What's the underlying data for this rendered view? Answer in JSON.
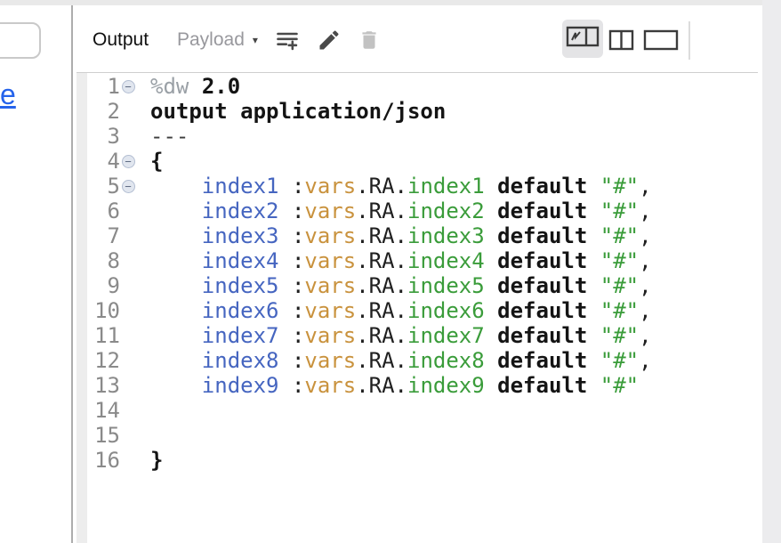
{
  "left_panel": {
    "link_text": "e"
  },
  "header": {
    "title": "Output",
    "source_selector": {
      "label": "Payload",
      "caret": "▾"
    },
    "toolbar": {
      "add_icon": "add-scenario-icon",
      "edit_icon": "edit-pencil-icon",
      "delete_icon": "delete-trash-icon",
      "delete_disabled": true
    },
    "view_modes": {
      "selected": "split-mapping-view",
      "options": [
        "split-mapping-view",
        "two-column-view",
        "single-column-view"
      ]
    }
  },
  "colors": {
    "key_blue": "#4565c0",
    "variable_orange": "#c9923d",
    "string_green": "#3a9c3a",
    "keyword_text": "#141414",
    "directive_gray": "#9aa0a6",
    "line_number_gray": "#8a8a8a",
    "link_blue": "#2563eb",
    "selected_view_bg": "#e4e4e6"
  },
  "editor": {
    "lines": [
      {
        "n": 1,
        "fold": true,
        "tokens": [
          {
            "c": "dim",
            "t": "%dw"
          },
          {
            "c": "plain",
            "t": " "
          },
          {
            "c": "bold",
            "t": "2.0"
          }
        ]
      },
      {
        "n": 2,
        "fold": false,
        "tokens": [
          {
            "c": "bold",
            "t": "output application/json"
          }
        ]
      },
      {
        "n": 3,
        "fold": false,
        "tokens": [
          {
            "c": "gray",
            "t": "---"
          }
        ]
      },
      {
        "n": 4,
        "fold": true,
        "tokens": [
          {
            "c": "bold",
            "t": "{"
          }
        ]
      },
      {
        "n": 5,
        "fold": true,
        "tokens": [
          {
            "c": "plain",
            "t": "    "
          },
          {
            "c": "key",
            "t": "index1"
          },
          {
            "c": "plain",
            "t": " :"
          },
          {
            "c": "var",
            "t": "vars"
          },
          {
            "c": "plain",
            "t": ".RA."
          },
          {
            "c": "green",
            "t": "index1"
          },
          {
            "c": "plain",
            "t": " "
          },
          {
            "c": "bold",
            "t": "default"
          },
          {
            "c": "plain",
            "t": " "
          },
          {
            "c": "green",
            "t": "\"#\""
          },
          {
            "c": "plain",
            "t": ","
          }
        ]
      },
      {
        "n": 6,
        "fold": false,
        "tokens": [
          {
            "c": "plain",
            "t": "    "
          },
          {
            "c": "key",
            "t": "index2"
          },
          {
            "c": "plain",
            "t": " :"
          },
          {
            "c": "var",
            "t": "vars"
          },
          {
            "c": "plain",
            "t": ".RA."
          },
          {
            "c": "green",
            "t": "index2"
          },
          {
            "c": "plain",
            "t": " "
          },
          {
            "c": "bold",
            "t": "default"
          },
          {
            "c": "plain",
            "t": " "
          },
          {
            "c": "green",
            "t": "\"#\""
          },
          {
            "c": "plain",
            "t": ","
          }
        ]
      },
      {
        "n": 7,
        "fold": false,
        "tokens": [
          {
            "c": "plain",
            "t": "    "
          },
          {
            "c": "key",
            "t": "index3"
          },
          {
            "c": "plain",
            "t": " :"
          },
          {
            "c": "var",
            "t": "vars"
          },
          {
            "c": "plain",
            "t": ".RA."
          },
          {
            "c": "green",
            "t": "index3"
          },
          {
            "c": "plain",
            "t": " "
          },
          {
            "c": "bold",
            "t": "default"
          },
          {
            "c": "plain",
            "t": " "
          },
          {
            "c": "green",
            "t": "\"#\""
          },
          {
            "c": "plain",
            "t": ","
          }
        ]
      },
      {
        "n": 8,
        "fold": false,
        "tokens": [
          {
            "c": "plain",
            "t": "    "
          },
          {
            "c": "key",
            "t": "index4"
          },
          {
            "c": "plain",
            "t": " :"
          },
          {
            "c": "var",
            "t": "vars"
          },
          {
            "c": "plain",
            "t": ".RA."
          },
          {
            "c": "green",
            "t": "index4"
          },
          {
            "c": "plain",
            "t": " "
          },
          {
            "c": "bold",
            "t": "default"
          },
          {
            "c": "plain",
            "t": " "
          },
          {
            "c": "green",
            "t": "\"#\""
          },
          {
            "c": "plain",
            "t": ","
          }
        ]
      },
      {
        "n": 9,
        "fold": false,
        "tokens": [
          {
            "c": "plain",
            "t": "    "
          },
          {
            "c": "key",
            "t": "index5"
          },
          {
            "c": "plain",
            "t": " :"
          },
          {
            "c": "var",
            "t": "vars"
          },
          {
            "c": "plain",
            "t": ".RA."
          },
          {
            "c": "green",
            "t": "index5"
          },
          {
            "c": "plain",
            "t": " "
          },
          {
            "c": "bold",
            "t": "default"
          },
          {
            "c": "plain",
            "t": " "
          },
          {
            "c": "green",
            "t": "\"#\""
          },
          {
            "c": "plain",
            "t": ","
          }
        ]
      },
      {
        "n": 10,
        "fold": false,
        "tokens": [
          {
            "c": "plain",
            "t": "    "
          },
          {
            "c": "key",
            "t": "index6"
          },
          {
            "c": "plain",
            "t": " :"
          },
          {
            "c": "var",
            "t": "vars"
          },
          {
            "c": "plain",
            "t": ".RA."
          },
          {
            "c": "green",
            "t": "index6"
          },
          {
            "c": "plain",
            "t": " "
          },
          {
            "c": "bold",
            "t": "default"
          },
          {
            "c": "plain",
            "t": " "
          },
          {
            "c": "green",
            "t": "\"#\""
          },
          {
            "c": "plain",
            "t": ","
          }
        ]
      },
      {
        "n": 11,
        "fold": false,
        "tokens": [
          {
            "c": "plain",
            "t": "    "
          },
          {
            "c": "key",
            "t": "index7"
          },
          {
            "c": "plain",
            "t": " :"
          },
          {
            "c": "var",
            "t": "vars"
          },
          {
            "c": "plain",
            "t": ".RA."
          },
          {
            "c": "green",
            "t": "index7"
          },
          {
            "c": "plain",
            "t": " "
          },
          {
            "c": "bold",
            "t": "default"
          },
          {
            "c": "plain",
            "t": " "
          },
          {
            "c": "green",
            "t": "\"#\""
          },
          {
            "c": "plain",
            "t": ","
          }
        ]
      },
      {
        "n": 12,
        "fold": false,
        "tokens": [
          {
            "c": "plain",
            "t": "    "
          },
          {
            "c": "key",
            "t": "index8"
          },
          {
            "c": "plain",
            "t": " :"
          },
          {
            "c": "var",
            "t": "vars"
          },
          {
            "c": "plain",
            "t": ".RA."
          },
          {
            "c": "green",
            "t": "index8"
          },
          {
            "c": "plain",
            "t": " "
          },
          {
            "c": "bold",
            "t": "default"
          },
          {
            "c": "plain",
            "t": " "
          },
          {
            "c": "green",
            "t": "\"#\""
          },
          {
            "c": "plain",
            "t": ","
          }
        ]
      },
      {
        "n": 13,
        "fold": false,
        "tokens": [
          {
            "c": "plain",
            "t": "    "
          },
          {
            "c": "key",
            "t": "index9"
          },
          {
            "c": "plain",
            "t": " :"
          },
          {
            "c": "var",
            "t": "vars"
          },
          {
            "c": "plain",
            "t": ".RA."
          },
          {
            "c": "green",
            "t": "index9"
          },
          {
            "c": "plain",
            "t": " "
          },
          {
            "c": "bold",
            "t": "default"
          },
          {
            "c": "plain",
            "t": " "
          },
          {
            "c": "green",
            "t": "\"#\""
          }
        ]
      },
      {
        "n": 14,
        "fold": false,
        "tokens": []
      },
      {
        "n": 15,
        "fold": false,
        "tokens": []
      },
      {
        "n": 16,
        "fold": false,
        "tokens": [
          {
            "c": "bold",
            "t": "}"
          }
        ]
      }
    ]
  }
}
